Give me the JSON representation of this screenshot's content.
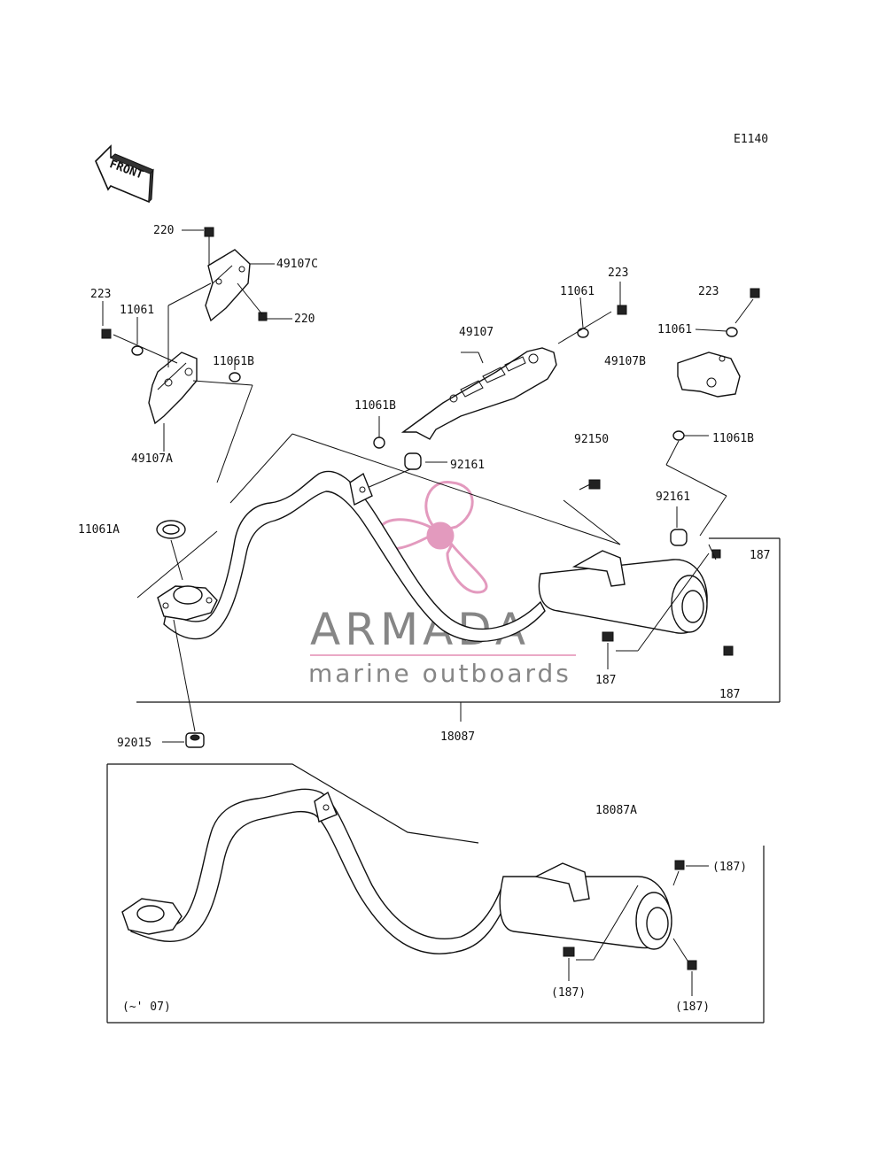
{
  "figure_code": "E1140",
  "front_arrow_text": "FRONT",
  "watermark": {
    "brand": "ARMADA",
    "tagline": "marine outboards",
    "color": "#e8a0c0"
  },
  "callouts": {
    "c220_top": "220",
    "c49107C": "49107C",
    "c220_mid": "220",
    "c223_left": "223",
    "c11061_left": "11061",
    "c11061B_left": "11061B",
    "c49107A": "49107A",
    "c11061A": "11061A",
    "c92015": "92015",
    "c11061B_mid": "11061B",
    "c49107": "49107",
    "c92161_mid": "92161",
    "c11061_mid": "11061",
    "c223_mid": "223",
    "c223_right": "223",
    "c11061_right": "11061",
    "c49107B": "49107B",
    "c11061B_right": "11061B",
    "c92150": "92150",
    "c92161_right": "92161",
    "c187_a": "187",
    "c187_b": "187",
    "c187_c": "187",
    "c18087": "18087",
    "c18087A": "18087A",
    "c187p_a": "(187)",
    "c187p_b": "(187)",
    "c187p_c": "(187)",
    "date_range": "(~' 07)"
  }
}
